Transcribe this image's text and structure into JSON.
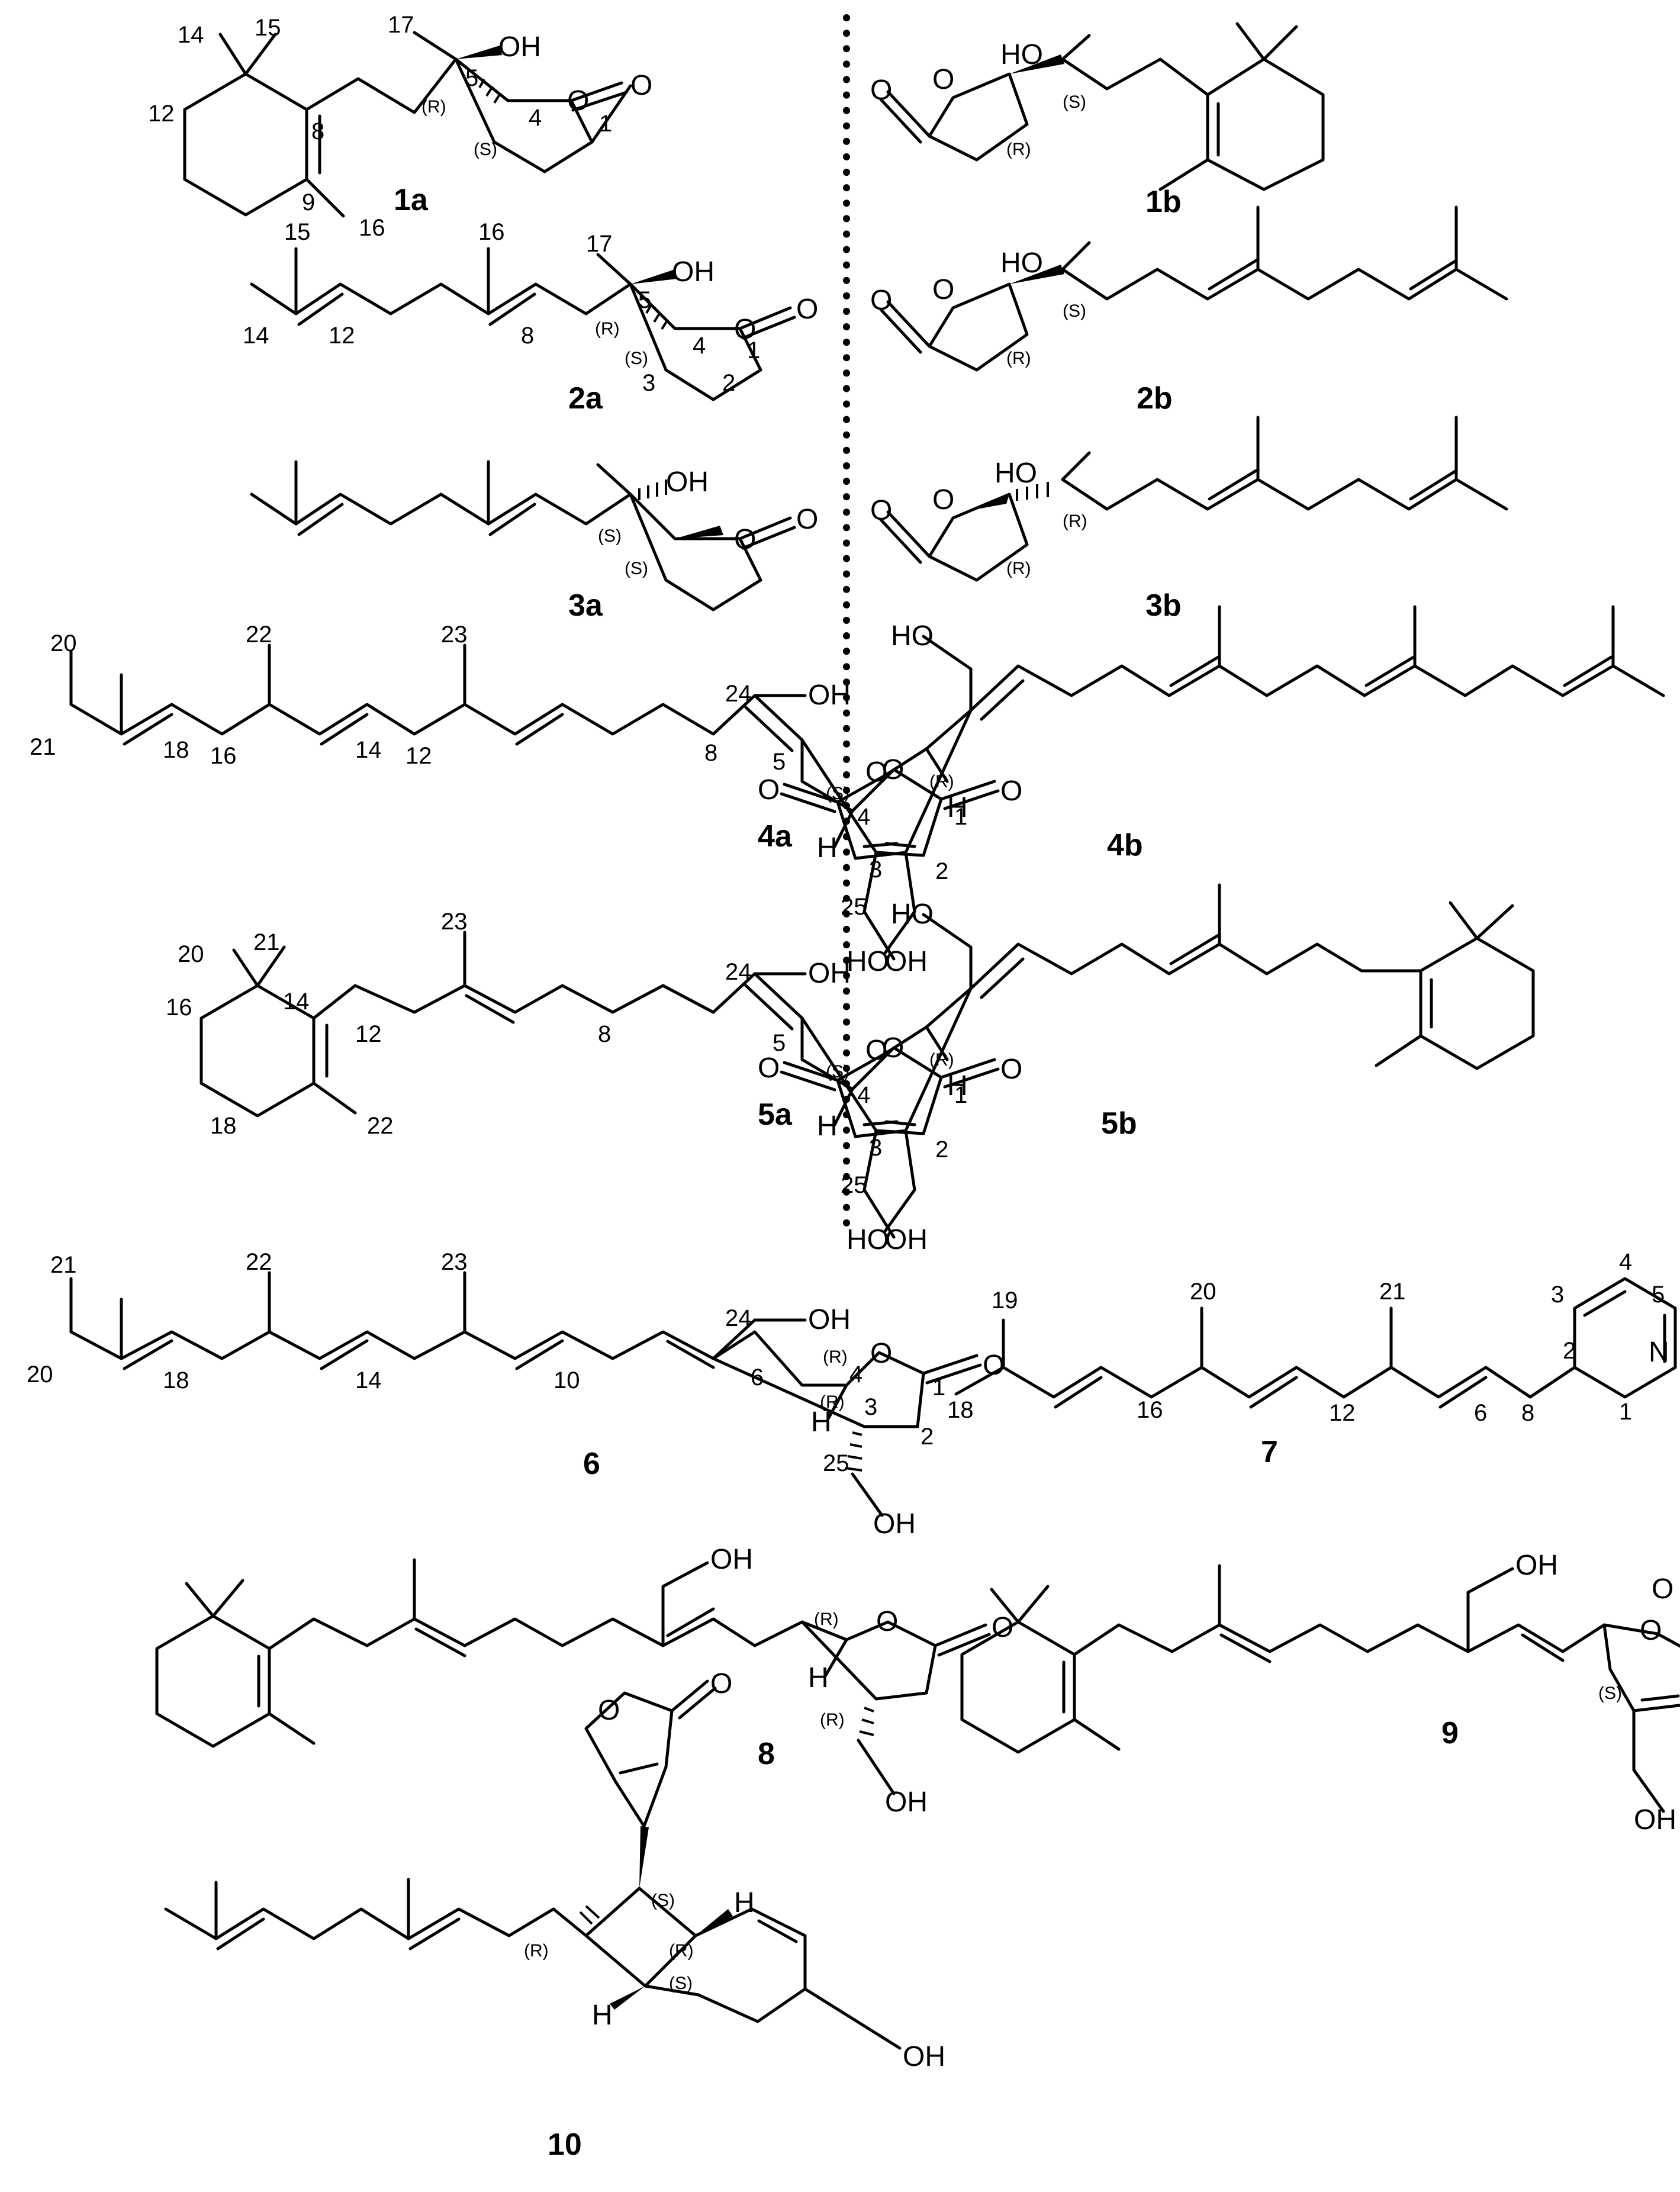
{
  "figure": {
    "compounds": [
      {
        "id": "1a",
        "stereo": [
          "(R)",
          "(S)"
        ],
        "locants": [
          "14",
          "15",
          "17",
          "5",
          "4",
          "1",
          "12",
          "8",
          "9",
          "16"
        ],
        "atoms": [
          "OH",
          "O",
          "O"
        ]
      },
      {
        "id": "1b",
        "stereo": [
          "(S)",
          "(R)"
        ],
        "locants": [],
        "atoms": [
          "HO",
          "O",
          "O"
        ]
      },
      {
        "id": "2a",
        "stereo": [
          "(R)",
          "(S)"
        ],
        "locants": [
          "15",
          "16",
          "17",
          "5",
          "4",
          "1",
          "14",
          "12",
          "8",
          "3",
          "2"
        ],
        "atoms": [
          "OH",
          "O",
          "O"
        ]
      },
      {
        "id": "2b",
        "stereo": [
          "(S)",
          "(R)"
        ],
        "locants": [],
        "atoms": [
          "HO",
          "O",
          "O"
        ]
      },
      {
        "id": "3a",
        "stereo": [
          "(S)",
          "(S)"
        ],
        "locants": [],
        "atoms": [
          "OH",
          "O",
          "O"
        ]
      },
      {
        "id": "3b",
        "stereo": [
          "(R)",
          "(R)"
        ],
        "locants": [],
        "atoms": [
          "HO",
          "O",
          "O"
        ]
      },
      {
        "id": "4a",
        "stereo": [
          "(S)"
        ],
        "locants": [
          "20",
          "22",
          "23",
          "24",
          "21",
          "18",
          "16",
          "14",
          "12",
          "8",
          "5",
          "4",
          "1",
          "3",
          "2",
          "25"
        ],
        "atoms": [
          "OH",
          "O",
          "O",
          "H",
          "OH"
        ]
      },
      {
        "id": "4b",
        "stereo": [
          "(R)"
        ],
        "locants": [],
        "atoms": [
          "HO",
          "O",
          "O",
          "H",
          "HO"
        ]
      },
      {
        "id": "5a",
        "stereo": [
          "(S)"
        ],
        "locants": [
          "20",
          "21",
          "23",
          "24",
          "14",
          "16",
          "12",
          "8",
          "5",
          "4",
          "1",
          "18",
          "22",
          "3",
          "2",
          "25"
        ],
        "atoms": [
          "OH",
          "O",
          "O",
          "H",
          "OH"
        ]
      },
      {
        "id": "5b",
        "stereo": [
          "(R)"
        ],
        "locants": [],
        "atoms": [
          "HO",
          "O",
          "O",
          "H",
          "HO"
        ]
      },
      {
        "id": "6",
        "stereo": [
          "(R)",
          "(R)"
        ],
        "locants": [
          "21",
          "22",
          "23",
          "24",
          "20",
          "18",
          "14",
          "10",
          "6",
          "4",
          "1",
          "3",
          "2",
          "25"
        ],
        "atoms": [
          "OH",
          "O",
          "O",
          "H",
          "OH"
        ]
      },
      {
        "id": "7",
        "stereo": [],
        "locants": [
          "19",
          "20",
          "21",
          "4",
          "3",
          "5",
          "18",
          "16",
          "12",
          "8",
          "2",
          "6",
          "1"
        ],
        "atoms": [
          "N"
        ]
      },
      {
        "id": "8",
        "stereo": [
          "(R)",
          "(R)"
        ],
        "locants": [],
        "atoms": [
          "OH",
          "O",
          "O",
          "H",
          "OH"
        ]
      },
      {
        "id": "9",
        "stereo": [
          "(S)"
        ],
        "locants": [],
        "atoms": [
          "OH",
          "O",
          "O",
          "OH"
        ]
      },
      {
        "id": "10",
        "stereo": [
          "(S)",
          "(R)",
          "(R)",
          "(S)"
        ],
        "locants": [],
        "atoms": [
          "O",
          "O",
          "H",
          "H",
          "OH"
        ]
      }
    ]
  }
}
